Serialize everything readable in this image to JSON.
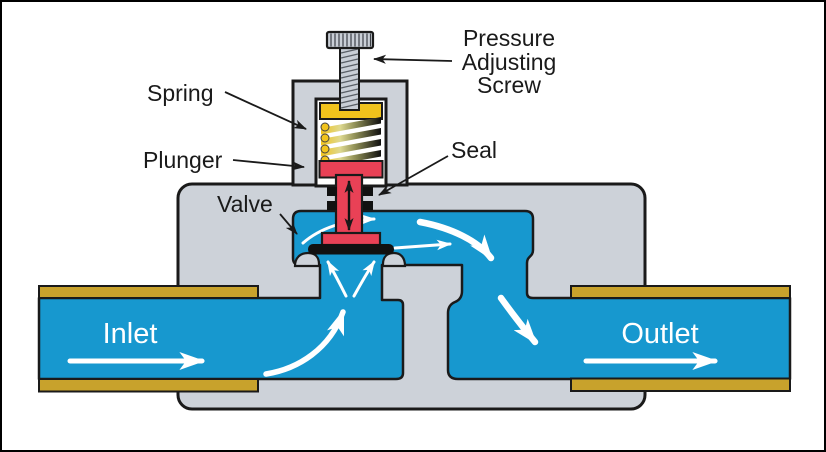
{
  "labels": {
    "pressure_adjusting_screw": {
      "lines": [
        "Pressure",
        "Adjusting",
        "Screw"
      ]
    },
    "spring": "Spring",
    "plunger": "Plunger",
    "seal": "Seal",
    "valve": "Valve",
    "inlet": "Inlet",
    "outlet": "Outlet"
  },
  "colors": {
    "fluid_blue": "#1798cf",
    "body_gray": "#cdd2d9",
    "metal_gray": "#c9ced6",
    "pipe_gold": "#c8a22c",
    "plunger_red": "#e94156",
    "spring_yellow": "#f1c31c",
    "valve_black": "#111111",
    "flow_arrow_white": "#ffffff",
    "outline_black": "#1a1a1a",
    "background": "#ffffff"
  }
}
